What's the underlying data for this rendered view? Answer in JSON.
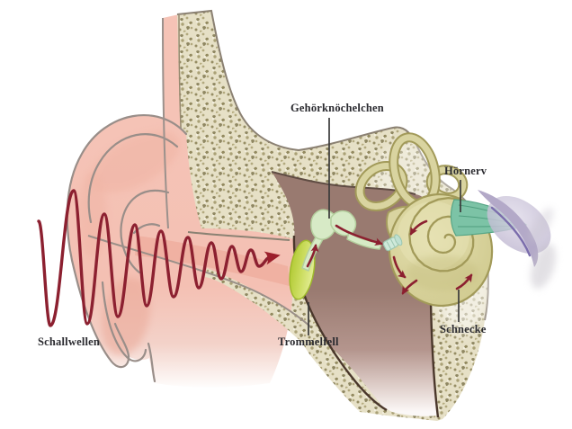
{
  "diagram": {
    "labels": {
      "sound_waves": "Schallwellen",
      "ossicles": "Gehörknöchelchen",
      "eardrum": "Trommelfell",
      "auditory_nerve": "Hörnerv",
      "cochlea": "Schnecke"
    },
    "colors": {
      "skin": "#f5c3b6",
      "skin_shade": "#efae9f",
      "bone_base": "#e6e0c6",
      "bone_speckle": "#8f8762",
      "cavity": "#9a786f",
      "eardrum_green": "#c0d545",
      "ossicle_green": "#d7eac6",
      "inner_ear_khaki": "#d9d4a0",
      "inner_ear_outline": "#a29a59",
      "nerve_teal": "#7cc3a6",
      "nerve_purple": "#b3a9c8",
      "wave_red": "#8c2030",
      "label_text": "#2b2b30"
    }
  }
}
